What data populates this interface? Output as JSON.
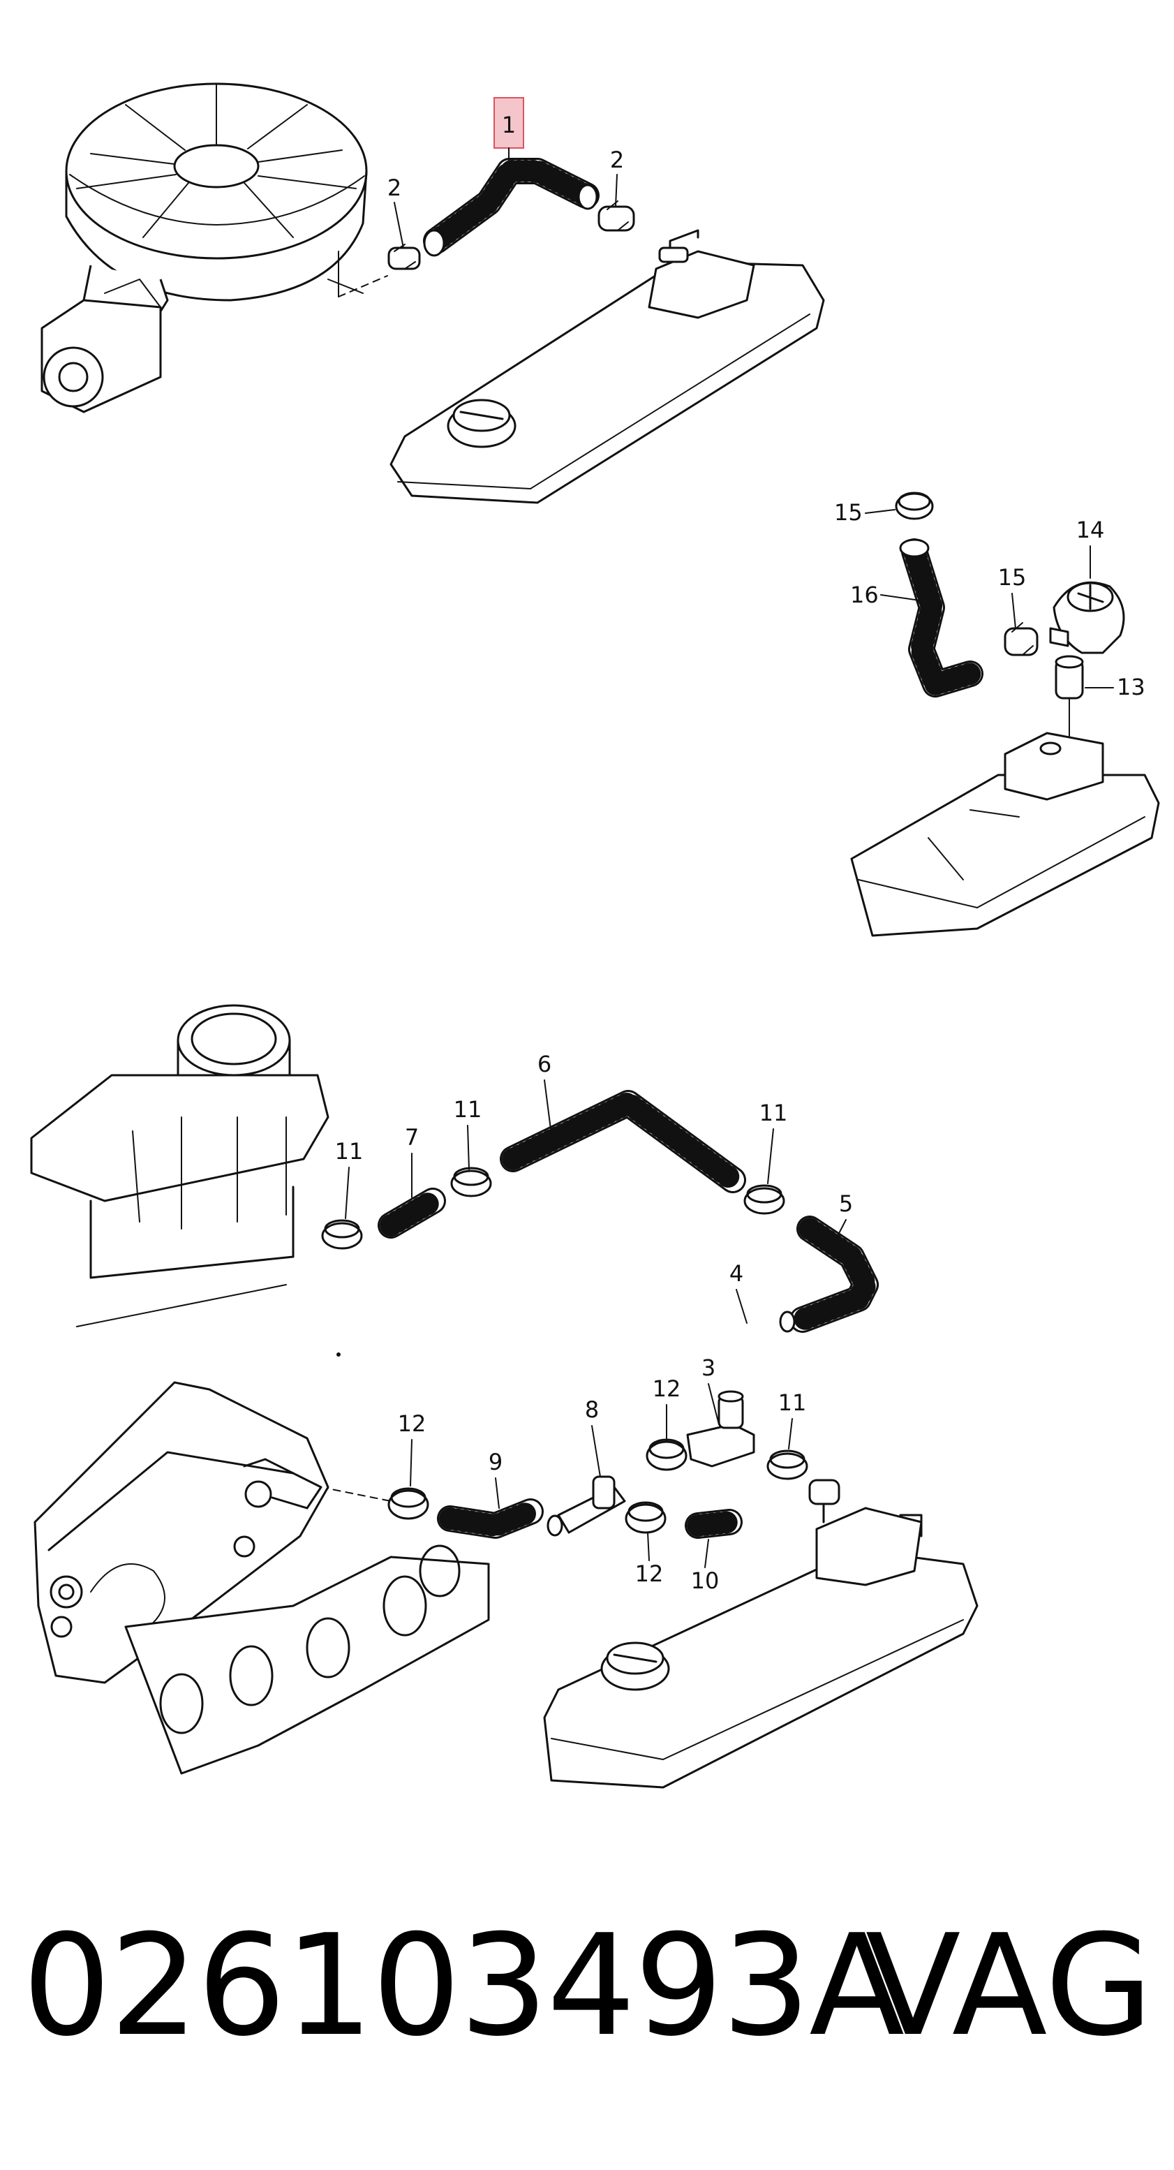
{
  "callouts": {
    "c1": "1",
    "c2a": "2",
    "c2b": "2",
    "c15a": "15",
    "c14": "14",
    "c16": "16",
    "c15b": "15",
    "c13": "13",
    "c6": "6",
    "c7": "7",
    "c11a": "11",
    "c11b": "11",
    "c11c": "11",
    "c11d": "11",
    "c5": "5",
    "c4": "4",
    "c3": "3",
    "c12a": "12",
    "c12b": "12",
    "c12c": "12",
    "c8": "8",
    "c9": "9",
    "c10": "10"
  },
  "highlight_color": "#f4c6cc",
  "highlight_border": "#d9535f",
  "footer": {
    "part_number": "026103493A",
    "brand": "VAG"
  }
}
